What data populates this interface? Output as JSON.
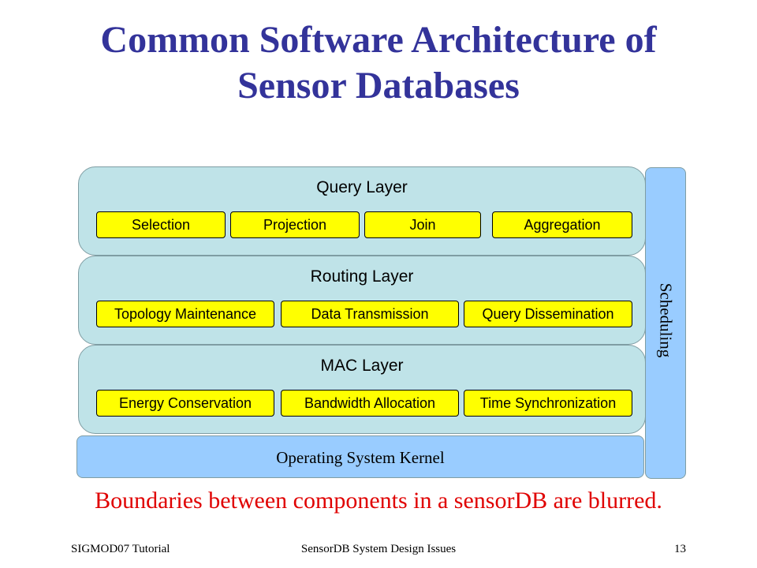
{
  "slide": {
    "title_line1": "Common Software Architecture of",
    "title_line2": "Sensor Databases",
    "note": "Boundaries between components in a sensorDB are blurred."
  },
  "diagram": {
    "layers": [
      {
        "title": "Query Layer",
        "components": [
          "Selection",
          "Projection",
          "Join",
          "Aggregation"
        ]
      },
      {
        "title": "Routing Layer",
        "components": [
          "Topology Maintenance",
          "Data Transmission",
          "Query Dissemination"
        ]
      },
      {
        "title": "MAC Layer",
        "components": [
          "Energy Conservation",
          "Bandwidth Allocation",
          "Time Synchronization"
        ]
      }
    ],
    "os_kernel": "Operating System Kernel",
    "scheduling": "Scheduling",
    "colors": {
      "layer_fill": "#bfe3e8",
      "component_fill": "#ffff00",
      "os_fill": "#99ccff",
      "title_color": "#33339a",
      "note_color": "#e00000"
    }
  },
  "footer": {
    "left": "SIGMOD07 Tutorial",
    "center": "SensorDB System Design Issues",
    "page": "13"
  }
}
